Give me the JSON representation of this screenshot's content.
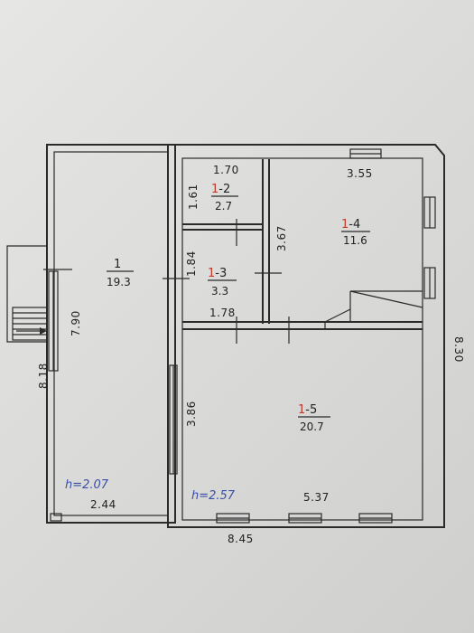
{
  "colors": {
    "red": "#c0392b",
    "blue": "#3b4fa8",
    "ink": "#222222"
  },
  "rooms": [
    {
      "prefix": "",
      "suffix": "1",
      "area": "19.3"
    },
    {
      "prefix": "1",
      "suffix": "-2",
      "area": "2.7"
    },
    {
      "prefix": "1",
      "suffix": "-3",
      "area": "3.3"
    },
    {
      "prefix": "1",
      "suffix": "-4",
      "area": "11.6"
    },
    {
      "prefix": "1",
      "suffix": "-5",
      "area": "20.7"
    }
  ],
  "dimensions": {
    "d_170": "1.70",
    "d_161": "1.61",
    "d_355": "3.55",
    "d_367": "3.67",
    "d_184": "1.84",
    "d_178": "1.78",
    "d_790": "7.90",
    "d_818": "8.18",
    "d_386": "3.86",
    "d_830": "8.30",
    "d_244": "2.44",
    "d_537": "5.37",
    "d_845": "8.45"
  },
  "heights": {
    "left": "h=2.07",
    "right": "h=2.57"
  }
}
